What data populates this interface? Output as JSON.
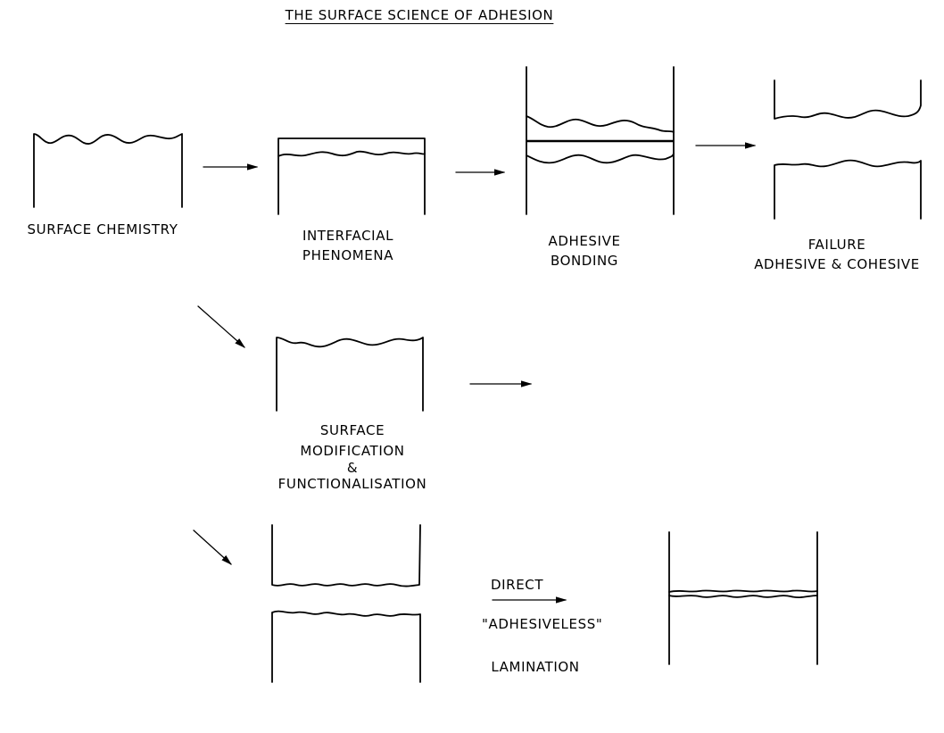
{
  "title": "THE SURFACE SCIENCE OF ADHESION",
  "stages": {
    "surface_chemistry": [
      "SURFACE CHEMISTRY"
    ],
    "interfacial": [
      "INTERFACIAL",
      "PHENOMENA"
    ],
    "bonding": [
      "ADHESIVE",
      "BONDING"
    ],
    "failure": [
      "FAILURE",
      "ADHESIVE & COHESIVE"
    ],
    "modification": [
      "SURFACE",
      "MODIFICATION",
      "&",
      "FUNCTIONALISATION"
    ]
  },
  "lamination": {
    "line1": "DIRECT",
    "line2": "\"ADHESIVELESS\"",
    "line3": "LAMINATION"
  },
  "colors": {
    "ink": "#000000",
    "paper": "#ffffff"
  }
}
